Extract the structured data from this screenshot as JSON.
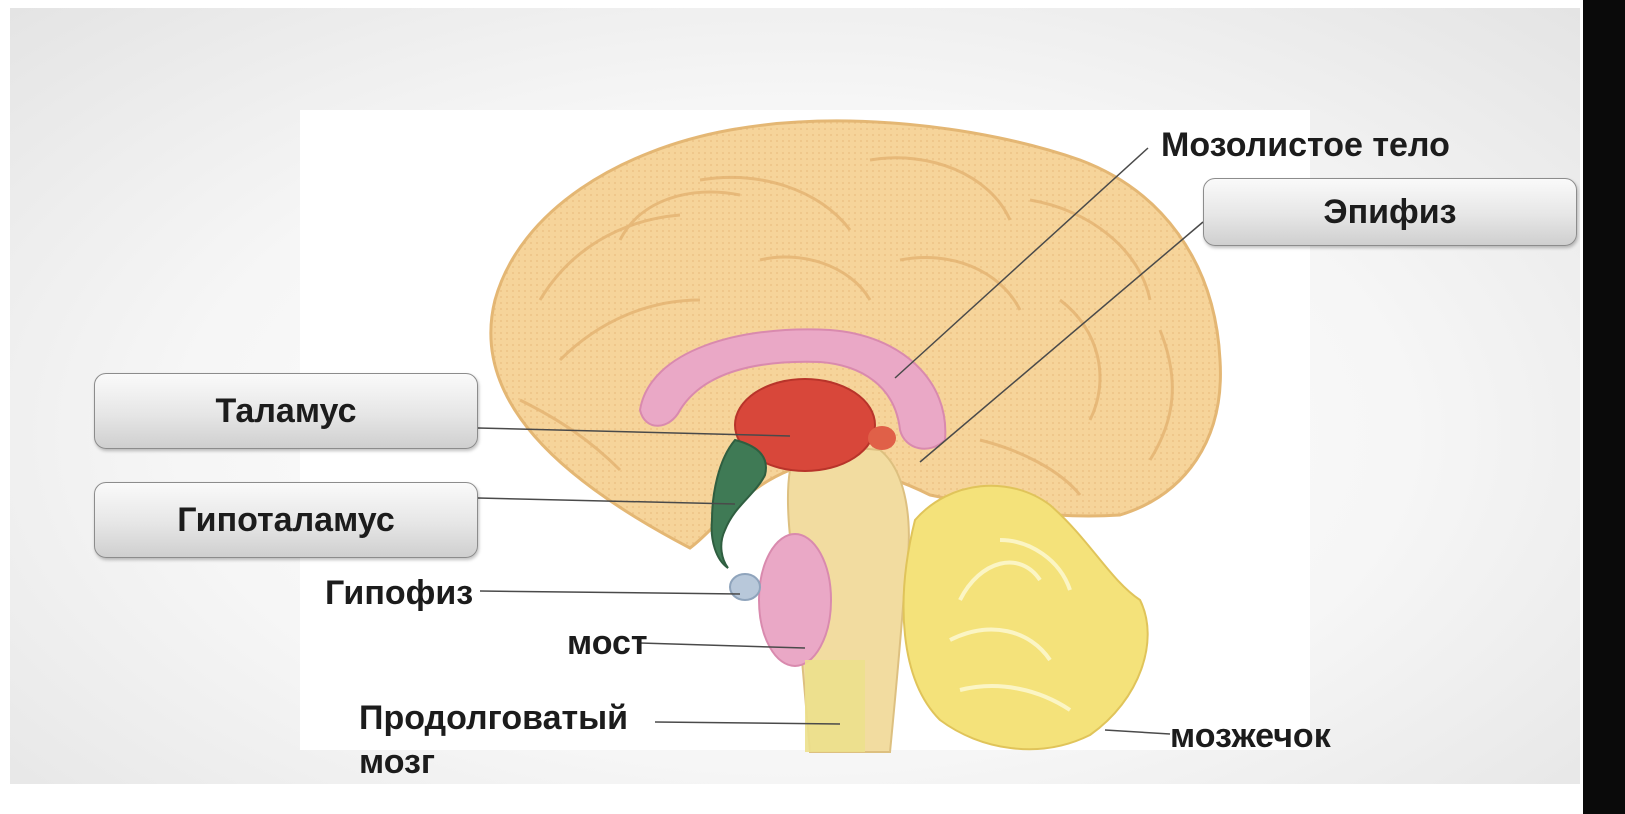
{
  "labels": {
    "corpus_callosum": "Мозолистое тело",
    "epiphysis": "Эпифиз",
    "thalamus": "Таламус",
    "hypothalamus": "Гипоталамус",
    "hypophysis": "Гипофиз",
    "pons": "мост",
    "medulla_line1": "Продолговатый",
    "medulla_line2": "мозг",
    "cerebellum": "мозжечок"
  },
  "colors": {
    "cortex": "#f6d49a",
    "corpus_callosum": "#eaa8c6",
    "thalamus": "#d8473a",
    "hypothalamus": "#3f7a55",
    "cerebellum": "#f4e27a",
    "brainstem": "#f2dca0"
  }
}
